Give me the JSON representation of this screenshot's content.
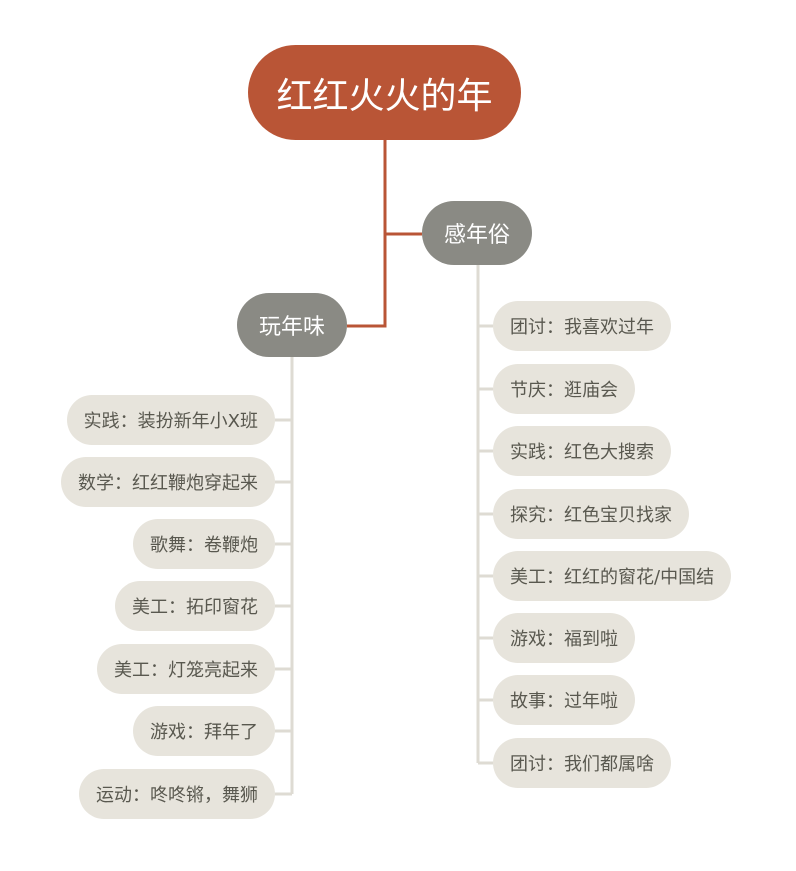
{
  "root": {
    "label": "红红火火的年"
  },
  "branches": [
    {
      "label": "感年俗",
      "leaves": [
        "团讨：我喜欢过年",
        "节庆：逛庙会",
        "实践：红色大搜索",
        "探究：红色宝贝找家",
        "美工：红红的窗花/中国结",
        "游戏：福到啦",
        "故事：过年啦",
        "团讨：我们都属啥"
      ]
    },
    {
      "label": "玩年味",
      "leaves": [
        "实践：装扮新年小X班",
        "数学：红红鞭炮穿起来",
        "歌舞：卷鞭炮",
        "美工：拓印窗花",
        "美工：灯笼亮起来",
        "游戏：拜年了",
        "运动：咚咚锵，舞狮"
      ]
    }
  ],
  "colors": {
    "root_fill": "#b95536",
    "branch_fill": "#8a8a84",
    "leaf_fill": "#e7e4dc",
    "root_link": "#b95536",
    "leaf_link": "#dedbd3"
  }
}
